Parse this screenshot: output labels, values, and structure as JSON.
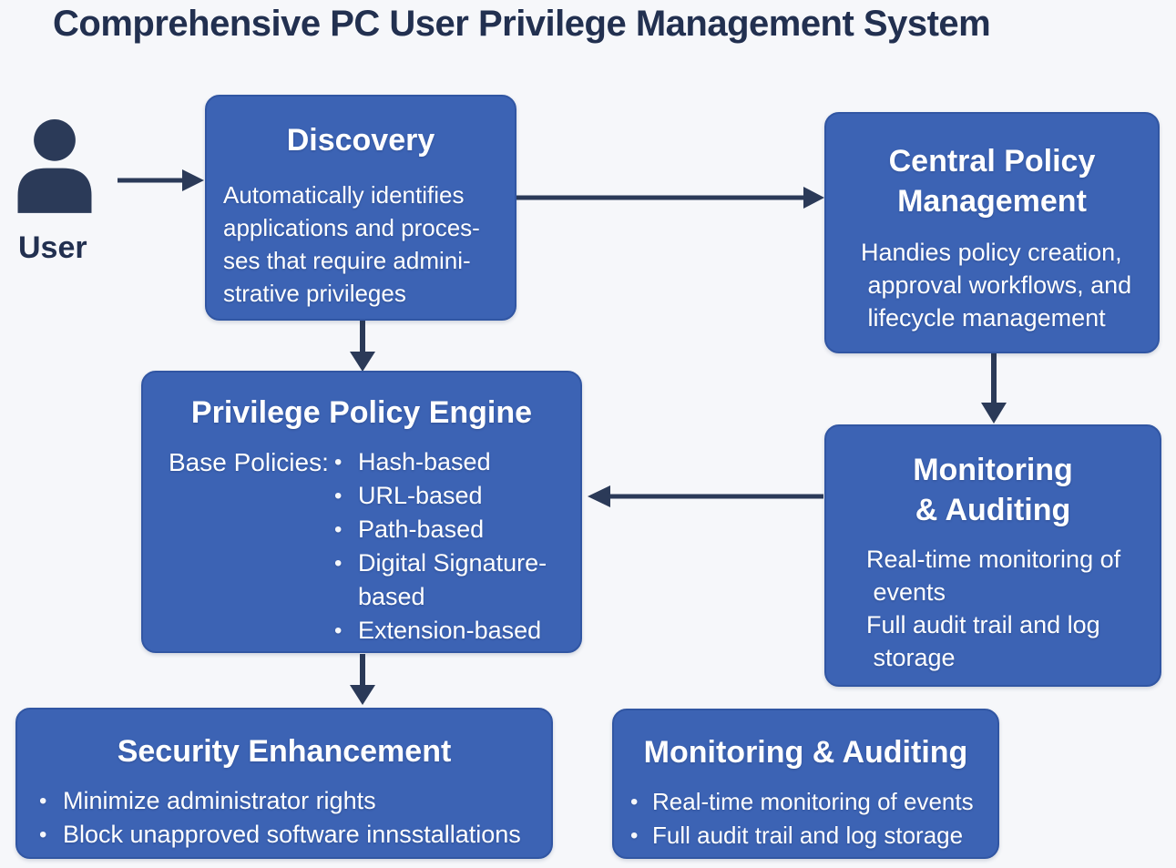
{
  "title": "Comprehensive PC User Privilege Management System",
  "bullet_char": "•",
  "colors": {
    "background": "#f6f7fa",
    "box_fill": "#3c63b4",
    "box_border": "#3156a3",
    "box_text": "#ffffff",
    "navy_accent": "#2b3a58",
    "title_text": "#223050"
  },
  "user": {
    "label": "User"
  },
  "boxes": {
    "discovery": {
      "title": "Discovery",
      "body": [
        "Automatically identifies",
        "applications and proces-",
        "ses that require admini-",
        "strative privileges"
      ]
    },
    "central_policy": {
      "title": [
        "Central Policy",
        "Management"
      ],
      "body": [
        "Handies policy creation,",
        " approval workflows, and",
        " lifecycle management"
      ]
    },
    "policy_engine": {
      "title": "Privilege Policy Engine",
      "label": "Base Policies:",
      "bullets": [
        "Hash-based",
        "URL-based",
        "Path-based",
        [
          "Digital Signature-",
          "based"
        ],
        "Extension-based"
      ]
    },
    "monitoring": {
      "title": [
        "Monitoring",
        "& Auditing"
      ],
      "body": [
        "Real-time monitoring of",
        " events",
        "Full audit trail and log",
        " storage"
      ]
    },
    "security": {
      "title": "Security Enhancement",
      "bullets": [
        "Minimize administrator rights",
        "Block unapproved software innsstallations"
      ]
    },
    "monitoring_bottom": {
      "title": "Monitoring & Auditing",
      "bullets": [
        "Real-time monitoring of events",
        "Full audit trail and log storage"
      ]
    }
  },
  "connections": [
    {
      "from": "User",
      "to": "Discovery"
    },
    {
      "from": "Discovery",
      "to": "Central Policy Management"
    },
    {
      "from": "Discovery",
      "to": "Privilege Policy Engine"
    },
    {
      "from": "Central Policy Management",
      "to": "Monitoring & Auditing"
    },
    {
      "from": "Monitoring & Auditing",
      "to": "Privilege Policy Engine"
    },
    {
      "from": "Privilege Policy Engine",
      "to": "Security Enhancement"
    }
  ]
}
